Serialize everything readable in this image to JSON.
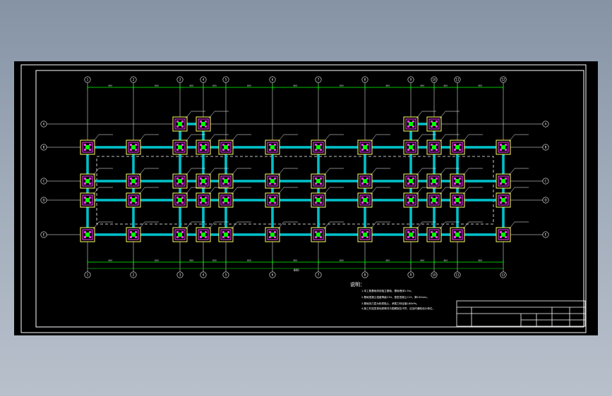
{
  "drawing": {
    "x_axes": [
      "1",
      "2",
      "3",
      "4",
      "5",
      "6",
      "7",
      "8",
      "9",
      "10",
      "11",
      "12"
    ],
    "y_axes_left": [
      "A",
      "B",
      "C",
      "D",
      "E"
    ],
    "y_axes_right": [
      "A",
      "B",
      "C",
      "D",
      "E"
    ],
    "dim_text": "800",
    "overall_dim_text": "800",
    "notes_title": "说明：",
    "notes": [
      "1.本工程基础采用独立基础，基础埋深1.5m。",
      "2.基础混凝土强度等级C30，垫层混凝土C15，厚100mm。",
      "3.基础持力层为粉质黏土，承载力特征值180kPa。",
      "4.施工时如发现地质情况与勘察报告不符，应及时通知设计单位。"
    ],
    "colors": {
      "frame": "#ffffff",
      "axis_line": "#ffffff",
      "tie_beam": "#00c0c8",
      "dim_line": "#00ff00",
      "footing_outer": "#ffff66",
      "footing_inner": "#ff33ff",
      "column_core": "#00ff00",
      "hatch": "#ff33ff",
      "dashed_outline": "#ffffff",
      "leader": "#ffffff"
    }
  }
}
